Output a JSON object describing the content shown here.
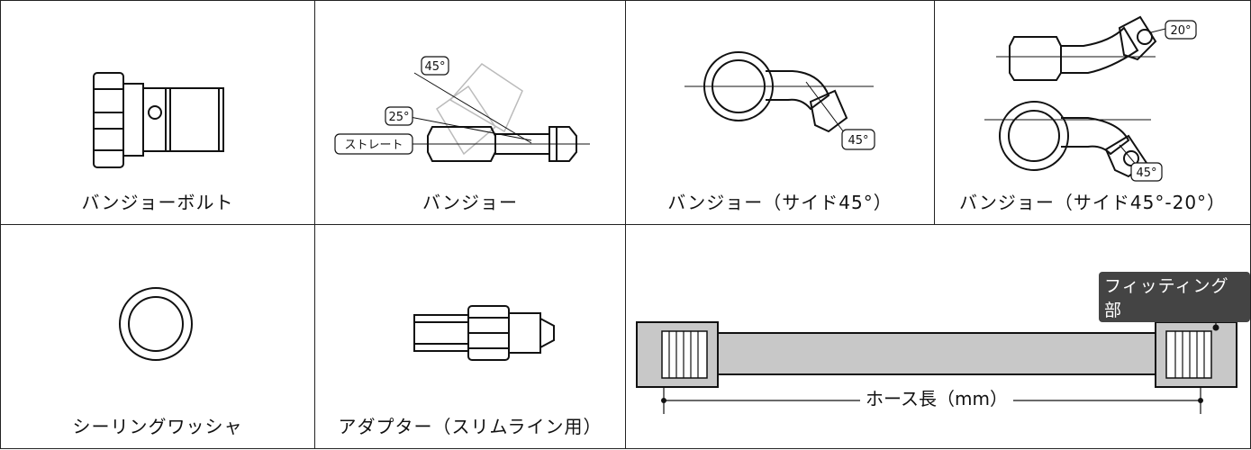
{
  "cells": {
    "banjo_bolt": "バンジョーボルト",
    "banjo": "バンジョー",
    "banjo_side45": "バンジョー（サイド45°）",
    "banjo_side45_20": "バンジョー（サイド45°-20°）",
    "sealing_washer": "シーリングワッシャ",
    "adapter": "アダプター（スリムライン用）"
  },
  "callouts": {
    "straight": "ストレート",
    "deg25": "25°",
    "deg45": "45°",
    "deg45_side": "45°",
    "deg20": "20°",
    "deg45_lower": "45°"
  },
  "hose": {
    "fitting_label": "フィッティング部",
    "length_label": "ホース長（mm）"
  },
  "colors": {
    "border": "#222222",
    "hose_fill": "#c8c8c8",
    "tag_bg": "#444444",
    "ghost": "#bbbbbb"
  }
}
